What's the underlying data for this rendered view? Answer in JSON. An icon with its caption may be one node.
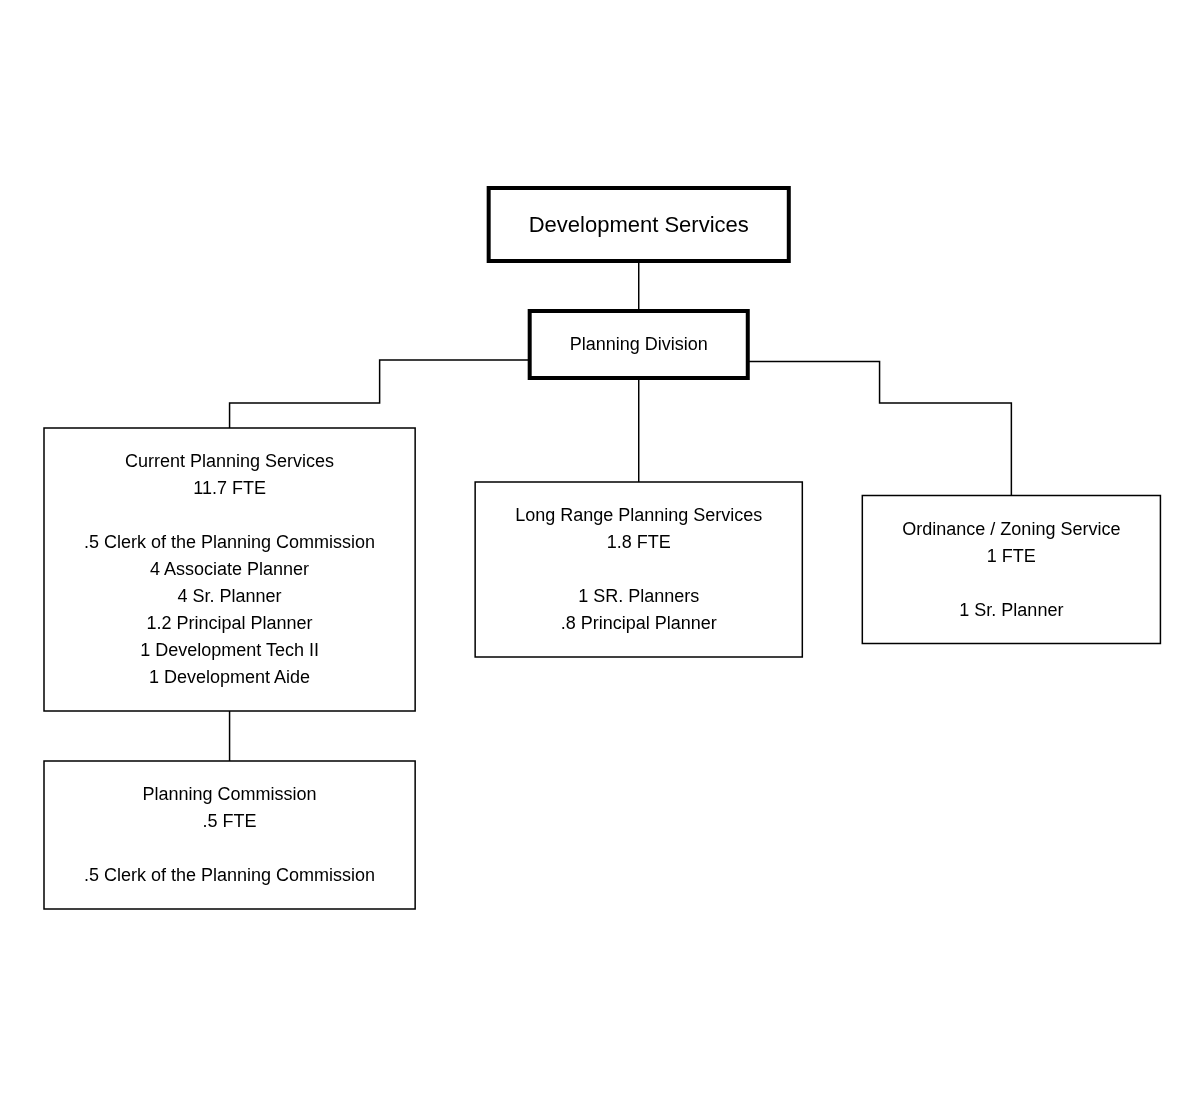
{
  "diagram": {
    "nodes": [
      {
        "text": [
          "Development Services"
        ]
      },
      {
        "text": [
          "Planning Division"
        ]
      },
      {
        "text": [
          "Current Planning Services",
          "11.7 FTE",
          ".5 Clerk of the Planning Commission",
          "4 Associate Planner",
          "4 Sr. Planner",
          "1.2 Principal Planner",
          "1 Development Tech II",
          "1 Development Aide"
        ]
      },
      {
        "text": [
          "Long Range Planning Services",
          "1.8 FTE",
          "1 SR. Planners",
          ".8 Principal Planner"
        ]
      },
      {
        "text": [
          "Ordinance / Zoning Service",
          "1 FTE",
          "1 Sr. Planner"
        ]
      },
      {
        "text": [
          "Planning Commission",
          ".5 FTE",
          ".5 Clerk of the Planning Commission"
        ]
      }
    ],
    "edges": [
      {
        "from": 0,
        "to": 1,
        "arrow": "none"
      },
      {
        "from": 1,
        "to": 2,
        "arrow": "none"
      },
      {
        "from": 1,
        "to": 3,
        "arrow": "none"
      },
      {
        "from": 1,
        "to": 4,
        "arrow": "none"
      },
      {
        "from": 2,
        "to": 5,
        "arrow": "none"
      }
    ]
  }
}
